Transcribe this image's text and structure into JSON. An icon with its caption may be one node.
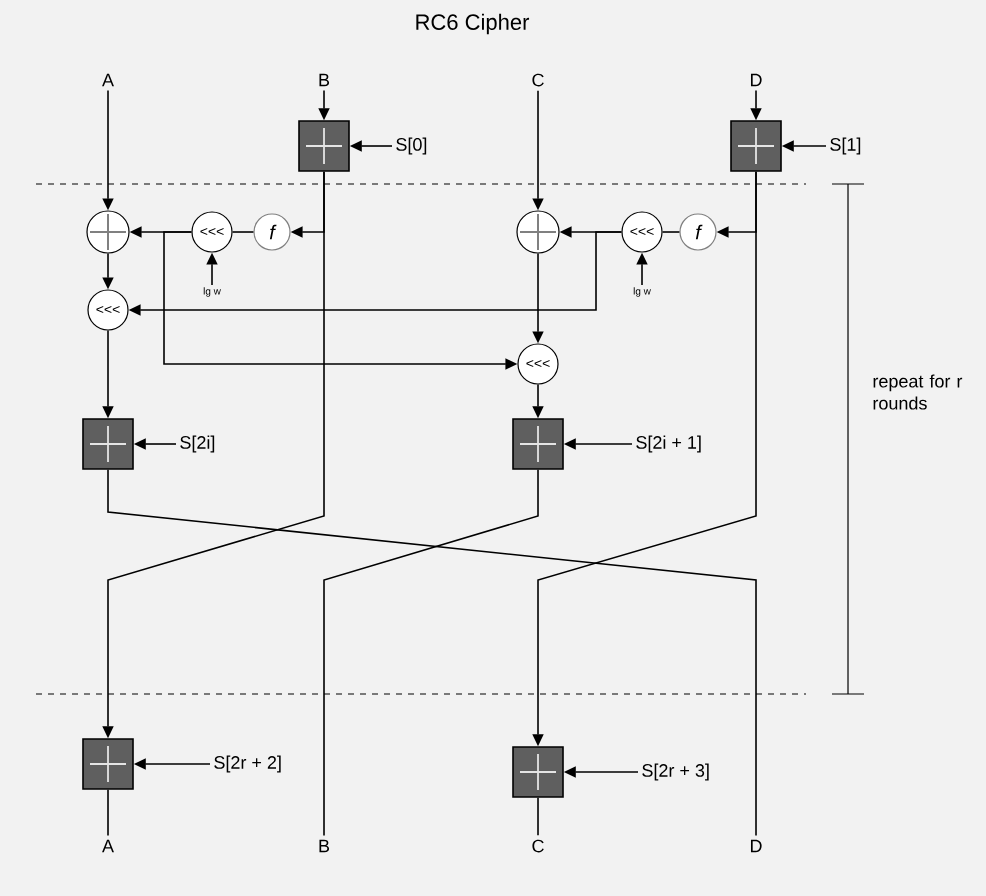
{
  "diagram": {
    "title": "RC6 Cipher",
    "nodes": [
      {
        "text": [
          "A"
        ]
      },
      {
        "text": [
          "B"
        ]
      },
      {
        "text": [
          "C"
        ]
      },
      {
        "text": [
          "D"
        ]
      },
      {
        "text": [],
        "shape": "box"
      },
      {
        "text": [
          "S[0]"
        ]
      },
      {
        "text": [],
        "shape": "box"
      },
      {
        "text": [
          "S[1]"
        ]
      },
      {
        "text": [],
        "shape": "circle"
      },
      {
        "text": [
          "<<<"
        ]
      },
      {
        "text": [
          "f"
        ]
      },
      {
        "text": [
          "lg w"
        ]
      },
      {
        "text": [],
        "shape": "circle"
      },
      {
        "text": [
          "<<<"
        ]
      },
      {
        "text": [
          "f"
        ]
      },
      {
        "text": [
          "lg w"
        ]
      },
      {
        "text": [
          "<<<"
        ]
      },
      {
        "text": [
          "<<<"
        ]
      },
      {
        "text": [],
        "shape": "box"
      },
      {
        "text": [
          "S[2i]"
        ]
      },
      {
        "text": [],
        "shape": "box"
      },
      {
        "text": [
          "S[2i + 1]"
        ]
      },
      {
        "text": [],
        "shape": "box"
      },
      {
        "text": [
          "S[2r + 2]"
        ]
      },
      {
        "text": [],
        "shape": "box"
      },
      {
        "text": [
          "S[2r + 3]"
        ]
      },
      {
        "text": [
          "A"
        ]
      },
      {
        "text": [
          "B"
        ]
      },
      {
        "text": [
          "C"
        ]
      },
      {
        "text": [
          "D"
        ]
      }
    ],
    "edges": [
      {
        "from": 0,
        "to": 8,
        "arrow": "to"
      },
      {
        "from": 1,
        "to": 4,
        "arrow": "to"
      },
      {
        "from": 5,
        "to": 4,
        "arrow": "to"
      },
      {
        "from": 3,
        "to": 6,
        "arrow": "to"
      },
      {
        "from": 7,
        "to": 6,
        "arrow": "to"
      },
      {
        "from": 2,
        "to": 12,
        "arrow": "to"
      },
      {
        "from": 4,
        "to": 10,
        "arrow": "to"
      },
      {
        "from": 10,
        "to": 9,
        "arrow": "none"
      },
      {
        "from": 9,
        "to": 8,
        "arrow": "to"
      },
      {
        "from": 11,
        "to": 9,
        "arrow": "to"
      },
      {
        "from": 9,
        "to": 17,
        "arrow": "to"
      },
      {
        "from": 8,
        "to": 16,
        "arrow": "to"
      },
      {
        "from": 6,
        "to": 14,
        "arrow": "to"
      },
      {
        "from": 14,
        "to": 13,
        "arrow": "none"
      },
      {
        "from": 13,
        "to": 12,
        "arrow": "to"
      },
      {
        "from": 15,
        "to": 13,
        "arrow": "to"
      },
      {
        "from": 13,
        "to": 16,
        "arrow": "to"
      },
      {
        "from": 12,
        "to": 17,
        "arrow": "to"
      },
      {
        "from": 16,
        "to": 18,
        "arrow": "to"
      },
      {
        "from": 19,
        "to": 18,
        "arrow": "to"
      },
      {
        "from": 17,
        "to": 20,
        "arrow": "to"
      },
      {
        "from": 21,
        "to": 20,
        "arrow": "to"
      },
      {
        "from": 18,
        "to": 29,
        "arrow": "none"
      },
      {
        "from": 4,
        "to": 22,
        "arrow": "to"
      },
      {
        "from": 20,
        "to": 27,
        "arrow": "none"
      },
      {
        "from": 6,
        "to": 24,
        "arrow": "to"
      },
      {
        "from": 23,
        "to": 22,
        "arrow": "to"
      },
      {
        "from": 25,
        "to": 24,
        "arrow": "to"
      },
      {
        "from": 22,
        "to": 26,
        "arrow": "none"
      },
      {
        "from": 24,
        "to": 28,
        "arrow": "none"
      }
    ],
    "labels": [
      "repeat for r rounds"
    ]
  }
}
